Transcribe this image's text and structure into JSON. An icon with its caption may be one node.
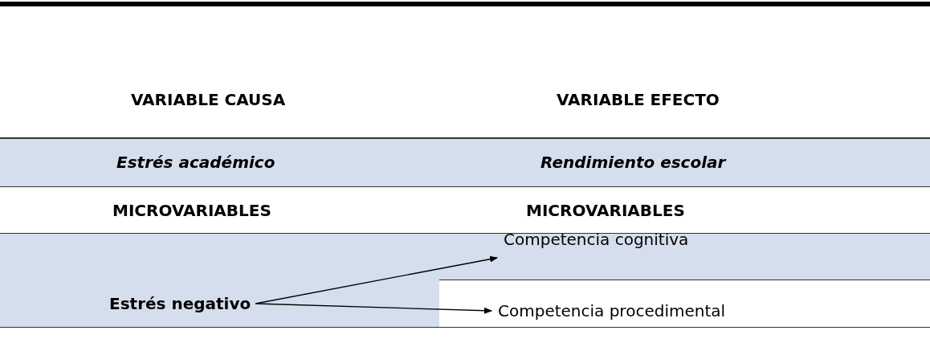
{
  "diagram": {
    "nodes": [
      {
        "text": [
          "Estrés negativo"
        ]
      },
      {
        "text": [
          "Competencia cognitiva"
        ]
      },
      {
        "text": [
          "Competencia procedimental"
        ]
      }
    ],
    "edges": [
      {
        "from": 0,
        "to": 1,
        "arrow": "to"
      },
      {
        "from": 0,
        "to": 2,
        "arrow": "to"
      }
    ],
    "labels": [
      "VARIABLE CAUSA",
      "VARIABLE EFECTO",
      "Estrés académico",
      "Rendimiento escolar",
      "MICROVARIABLES",
      "MICROVARIABLES"
    ]
  }
}
